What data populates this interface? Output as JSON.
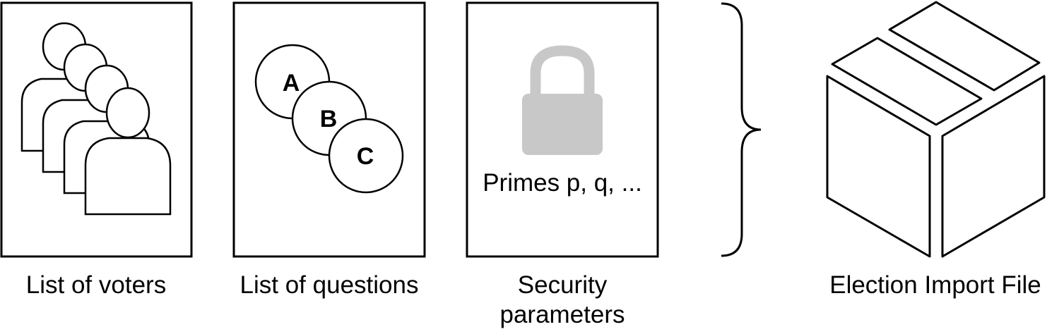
{
  "panels": {
    "voters": {
      "icon": "people-icon",
      "caption": "List of voters"
    },
    "questions": {
      "icon": "option-circles-icon",
      "options": [
        "A",
        "B",
        "C"
      ],
      "caption": "List of questions"
    },
    "security": {
      "icon": "lock-icon",
      "lock_color": "#c8c8c8",
      "inner_text": "Primes p, q, ...",
      "caption_line1": "Security",
      "caption_line2": "parameters"
    }
  },
  "brace": {
    "icon": "right-curly-brace-icon"
  },
  "output": {
    "icon": "package-box-icon",
    "caption": "Election Import File"
  },
  "colors": {
    "stroke": "#000000",
    "background": "#ffffff",
    "lock": "#c8c8c8"
  }
}
